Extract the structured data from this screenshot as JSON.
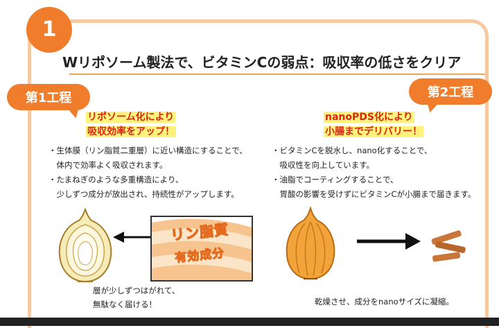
{
  "badge_number": "1",
  "title": "Wリポソーム製法で、ビタミンCの弱点：吸収率の低さをクリア",
  "step1": {
    "label": "第1工程",
    "headline_line1": "リポソーム化により",
    "headline_line2": "吸収効率をアップ！",
    "bullets": [
      "・生体膜（リン脂質二重層）に近い構造にすることで、",
      "　体内で効率よく吸収されます。",
      "・たまねぎのような多重構造により、",
      "　少しずつ成分が放出され、持続性がアップします。"
    ],
    "layer_label1": "リン脂質",
    "layer_label2": "有効成分",
    "caption_line1": "層が少しずつはがれて、",
    "caption_line2": "無駄なく届ける！"
  },
  "step2": {
    "label": "第2工程",
    "headline_line1": "nanoPDS化により",
    "headline_line2": "小腸までデリバリー！",
    "bullets": [
      "・ビタミンCを脱水し、nano化することで、",
      "　吸収性を向上しています。",
      "・油脂でコーティングすることで、",
      "　胃酸の影響を受けずにビタミンCが小腸まで届きます。"
    ],
    "caption": "乾燥させ、成分をnanoサイズに凝縮。"
  },
  "colors": {
    "accent": "#ef7d2c",
    "frame": "#f6c9a2",
    "headline": "#d9261c",
    "highlight": "#fff27a"
  },
  "icons": [
    "onion-icon",
    "arrow-left-icon",
    "arrow-right-icon",
    "dried-sticks-icon"
  ]
}
